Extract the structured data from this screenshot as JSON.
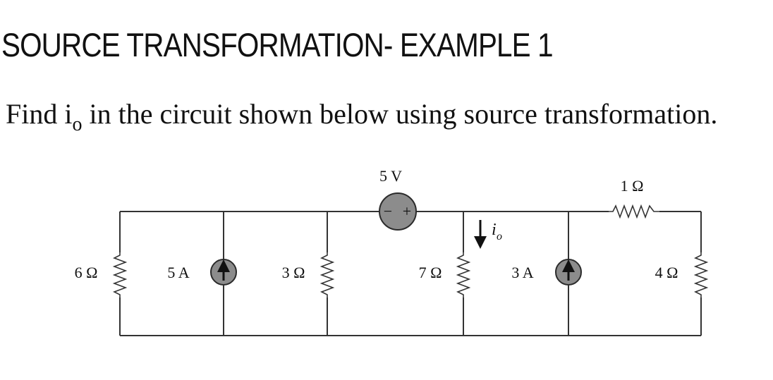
{
  "title": "SOURCE TRANSFORMATION- EXAMPLE 1",
  "problem": {
    "before": "Find i",
    "subscript": "o",
    "after": " in the circuit shown below using source transformation."
  },
  "circuit": {
    "r_left": "6 Ω",
    "current_source_1": "5 A",
    "r_middle_left": "3 Ω",
    "voltage_source": "5 V",
    "voltage_minus": "−",
    "voltage_plus": "+",
    "current_label": "i",
    "current_label_sub": "o",
    "r_seven": "7 Ω",
    "current_source_2": "3 A",
    "r_top_right": "1 Ω",
    "r_right": "4 Ω"
  },
  "colors": {
    "wire": "#333333",
    "source_fill": "#8c8c8c"
  }
}
